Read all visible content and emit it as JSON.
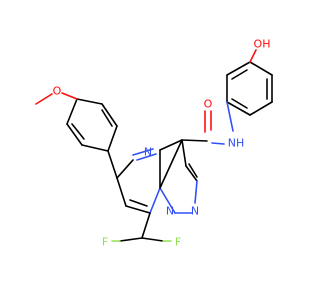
{
  "molecule": {
    "atom_colors": {
      "C": "#000000",
      "N": "#3050F8",
      "O": "#FF0D0D",
      "F": "#90E050"
    },
    "labels": {
      "oh": "OH",
      "o_methoxy": "O",
      "o_carbonyl": "O",
      "nh": "NH",
      "n_pyrimidine": "N",
      "n_bridge": "N",
      "n_pyrazole": "N",
      "f1": "F",
      "f2": "F"
    }
  }
}
